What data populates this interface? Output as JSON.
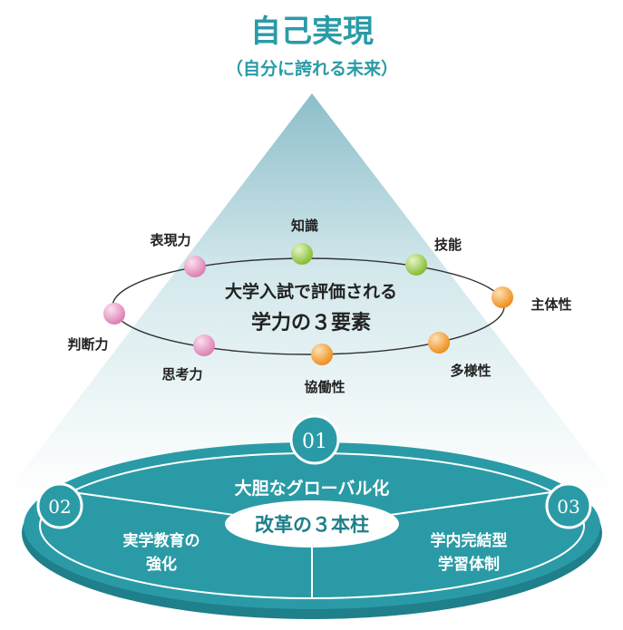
{
  "header": {
    "title": "自己実現",
    "subtitle": "（自分に誇れる未来）"
  },
  "center": {
    "line1": "大学入試で評価される",
    "line2": "学力の３要素"
  },
  "elements": [
    {
      "label": "知識",
      "group": "green"
    },
    {
      "label": "技能",
      "group": "green"
    },
    {
      "label": "主体性",
      "group": "orange"
    },
    {
      "label": "多様性",
      "group": "orange"
    },
    {
      "label": "協働性",
      "group": "orange"
    },
    {
      "label": "思考力",
      "group": "pink"
    },
    {
      "label": "判断力",
      "group": "pink"
    },
    {
      "label": "表現力",
      "group": "pink"
    }
  ],
  "pillars": {
    "center_label": "改革の３本柱",
    "top": {
      "number": "01",
      "label": "大胆なグローバル化"
    },
    "left": {
      "number": "02",
      "line1": "実学教育の",
      "line2": "強化"
    },
    "right": {
      "number": "03",
      "line1": "学内完結型",
      "line2": "学習体制"
    }
  },
  "colors": {
    "teal": "#2a9ba6",
    "teal_dark": "#1f7f8a",
    "green": "#9ccb4a",
    "orange": "#f2a03c",
    "pink": "#e896c0"
  }
}
